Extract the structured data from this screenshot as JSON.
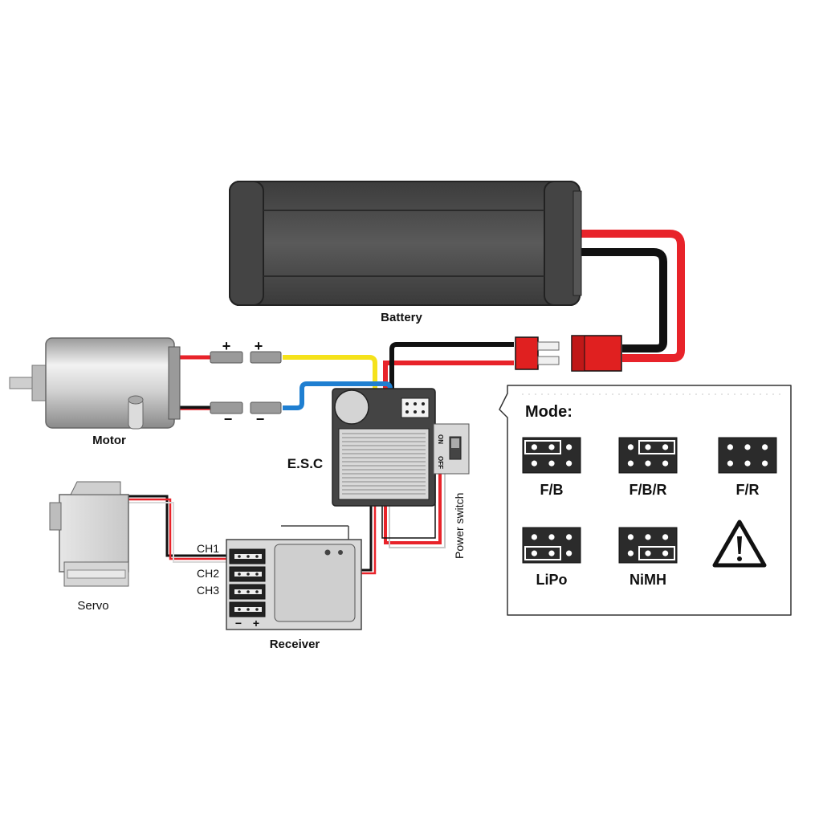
{
  "labels": {
    "battery": "Battery",
    "motor": "Motor",
    "esc": "E.S.C",
    "servo": "Servo",
    "receiver": "Receiver",
    "power_switch": "Power switch",
    "switch_on": "ON",
    "switch_off": "OFF",
    "plus": "+",
    "minus": "−"
  },
  "receiver": {
    "channels": [
      "CH1",
      "CH2",
      "CH3"
    ],
    "polarity_minus": "−",
    "polarity_plus": "+"
  },
  "mode_panel": {
    "title": "Mode:",
    "modes": [
      {
        "label": "F/B",
        "jumper": "top-left"
      },
      {
        "label": "F/B/R",
        "jumper": "top-right"
      },
      {
        "label": "F/R",
        "jumper": "none"
      },
      {
        "label": "LiPo",
        "jumper": "bottom-left"
      },
      {
        "label": "NiMH",
        "jumper": "bottom-right"
      }
    ],
    "warning_icon": "warning-triangle-icon"
  },
  "colors": {
    "wire_red": "#e8232a",
    "wire_black": "#111111",
    "wire_yellow": "#f5e21b",
    "wire_blue": "#1f7fd1",
    "connector_red": "#e02020",
    "battery_body": "#4a4a4a"
  }
}
